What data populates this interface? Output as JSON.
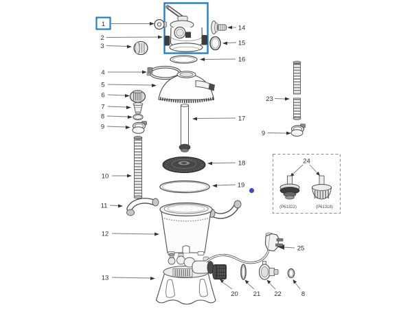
{
  "meta": {
    "kind": "exploded-parts-diagram",
    "subject": "sand filter pump parts schematic",
    "selected_callout": "1"
  },
  "colors": {
    "highlight_blue": "#1e81c8",
    "marker_dot_blue": "#3c4ec2",
    "linework": "#4a4a4a"
  },
  "callouts": {
    "n1": "1",
    "n2": "2",
    "n3": "3",
    "n4": "4",
    "n5": "5",
    "n6": "6",
    "n7": "7",
    "n8": "8",
    "n9": "9",
    "n10": "10",
    "n11": "11",
    "n12": "12",
    "n13": "13",
    "n14": "14",
    "n15": "15",
    "n16": "16",
    "n17": "17",
    "n18": "18",
    "n19": "19",
    "n20": "20",
    "n21": "21",
    "n22": "22",
    "n23": "23",
    "n24": "24",
    "n25": "25",
    "n9_right": "9",
    "n8_right": "8",
    "code_left": "(P61322)",
    "code_right": "(P61318)"
  }
}
